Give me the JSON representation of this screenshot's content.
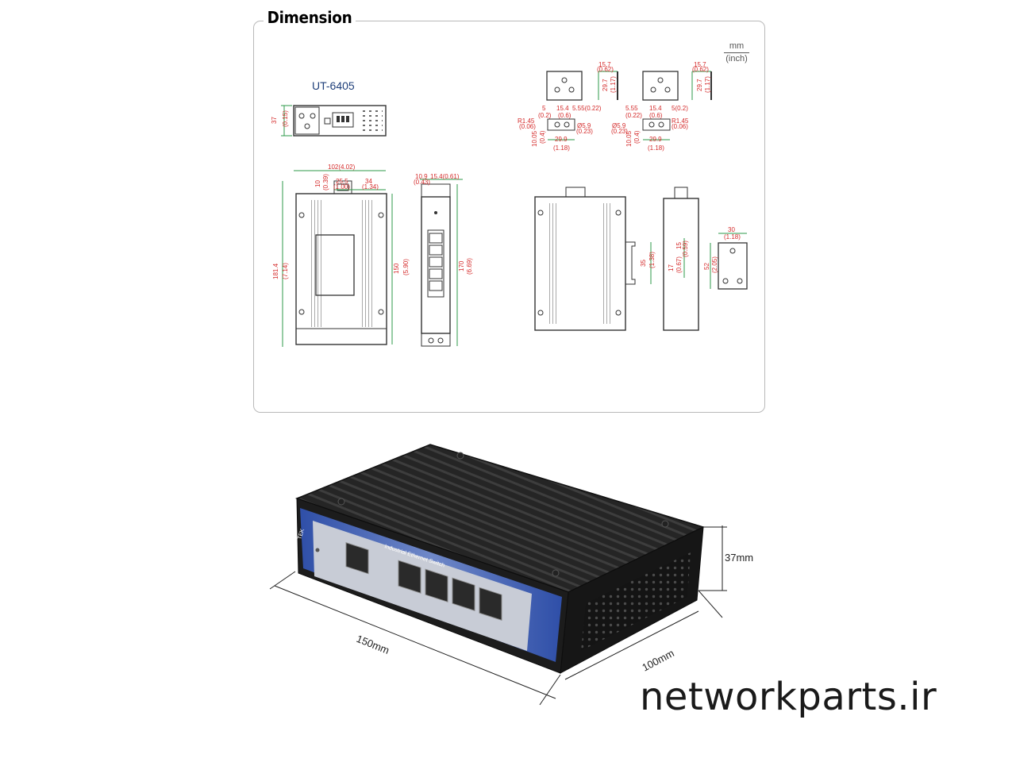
{
  "panel": {
    "title": "Dimension",
    "units": {
      "primary": "mm",
      "secondary": "(inch)"
    },
    "model": "UT-6405",
    "annotations": {
      "top_height": "37",
      "top_height_in": "(0.15)",
      "front_width": "102(4.02)",
      "front_w1": "10",
      "front_w1_in": "(0.39)",
      "front_w2": "25.5",
      "front_w2_in": "(1.00)",
      "front_w3": "34",
      "front_w3_in": "(1.34)",
      "front_total_h": "181.4",
      "front_total_h_in": "(7.14)",
      "front_body_h": "150",
      "front_body_h_in": "(5.90)",
      "side_w1": "10.9",
      "side_w1_in": "(0.43)",
      "side_w2": "15.4(0.61)",
      "side_h": "170",
      "side_h_in": "(6.69)",
      "clip_w": "15.7",
      "clip_w_in": "(0.62)",
      "clip_h": "29.7",
      "clip_h_in": "(1.17)",
      "holes_a": "5",
      "holes_a_in": "(0.2)",
      "holes_b": "15.4",
      "holes_b_in": "(0.6)",
      "holes_c": "5.55(0.22)",
      "holes_c2": "5.55",
      "holes_c2_in": "(0.22)",
      "holes_a2": "5(0.2)",
      "radius": "R1.45",
      "radius_in": "(0.06)",
      "dia": "Ø5.9",
      "dia_in": "(0.23)",
      "hole_h": "10.05",
      "hole_h_in": "(0.4)",
      "hole_w": "29.9",
      "hole_w_in": "(1.18)",
      "rail_h": "35",
      "rail_h_in": "(1.38)",
      "depth_a": "15",
      "depth_a_in": "(0.59)",
      "depth_b": "17",
      "depth_b_in": "(0.67)",
      "rail_w": "30",
      "rail_w_in": "(1.18)",
      "rail_len": "52",
      "rail_len_in": "(2.05)"
    }
  },
  "photo": {
    "height_label": "37mm",
    "length_label": "150mm",
    "width_label": "100mm",
    "faceplate_text": "Industrial Ethernet Switch",
    "brand_mark": "TEK"
  },
  "watermark": "networkparts.ir",
  "colors": {
    "dim_red": "#d42a2a",
    "dim_green": "#2e9a4a",
    "body_dark": "#1b1b1b",
    "accent_blue": "#3a5ec0",
    "frame_grey": "#b9b9b9"
  }
}
